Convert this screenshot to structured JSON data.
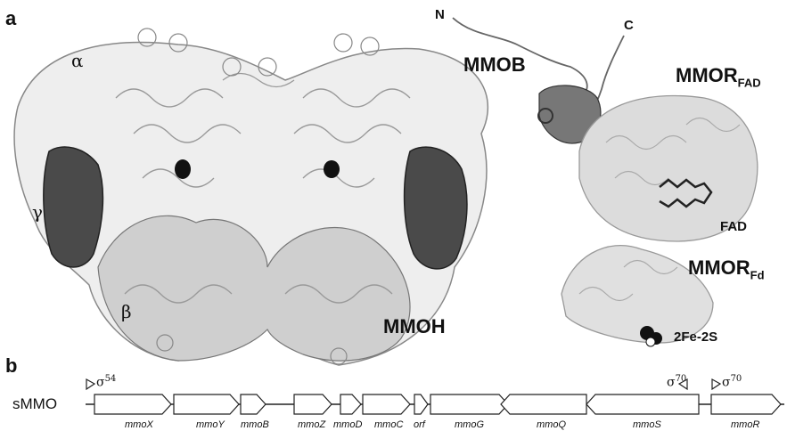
{
  "panel_a": {
    "label": "a",
    "greek": {
      "alpha": "α",
      "gamma": "γ",
      "beta": "β"
    },
    "mmoh": "MMOH",
    "mmob": "MMOB",
    "n_term": "N",
    "c_term": "C",
    "mmor_fad": {
      "main": "MMOR",
      "sub": "FAD"
    },
    "fad": "FAD",
    "mmor_fd": {
      "main": "MMOR",
      "sub": "Fd"
    },
    "cluster": "2Fe-2S"
  },
  "panel_b": {
    "label": "b",
    "operon": "sMMO",
    "promoter1": {
      "sym": "σ",
      "sup": "54"
    },
    "promoter2": {
      "sym": "σ",
      "sup": "70"
    },
    "promoter3": {
      "sym": "σ",
      "sup": "70"
    },
    "genes": [
      "mmoX",
      "mmoY",
      "mmoB",
      "mmoZ",
      "mmoD",
      "mmoC",
      "orf",
      "mmoG",
      "mmoQ",
      "mmoS",
      "mmoR"
    ]
  }
}
